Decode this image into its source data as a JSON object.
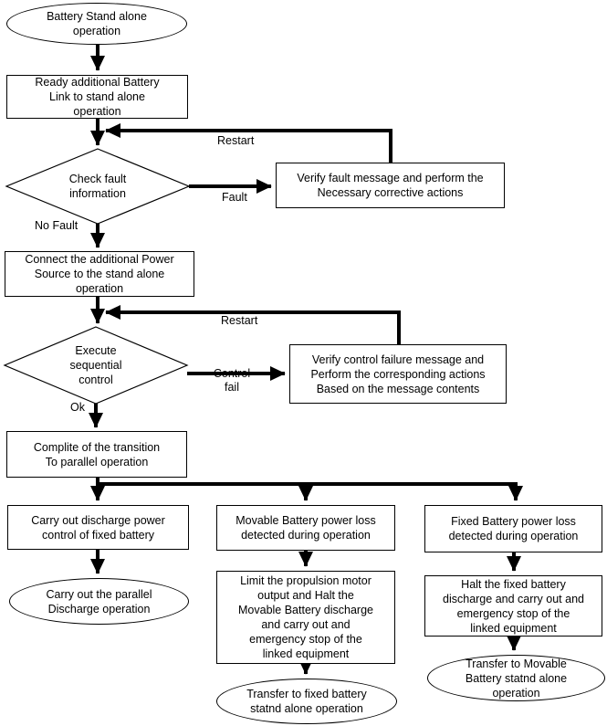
{
  "nodes": {
    "start": {
      "type": "terminator",
      "text": "Battery Stand alone\noperation"
    },
    "ready": {
      "type": "process",
      "text": "Ready additional Battery\nLink to stand alone\noperation"
    },
    "check_fault": {
      "type": "decision",
      "text": "Check fault\ninformation"
    },
    "verify_fault": {
      "type": "process",
      "text": "Verify fault message and perform the\nNecessary corrective actions"
    },
    "connect": {
      "type": "process",
      "text": "Connect the additional Power\nSource to the stand alone\noperation"
    },
    "execute": {
      "type": "decision",
      "text": "Execute\nsequential\ncontrol"
    },
    "verify_control": {
      "type": "process",
      "text": "Verify control failure message and\nPerform the corresponding actions\nBased on the message contents"
    },
    "complete": {
      "type": "process",
      "text": "Complite of the transition\nTo parallel operation"
    },
    "carry_discharge": {
      "type": "process",
      "text": "Carry out discharge power\ncontrol of fixed battery"
    },
    "parallel_discharge": {
      "type": "terminator",
      "text": "Carry out the parallel\nDischarge operation"
    },
    "movable_loss": {
      "type": "process",
      "text": "Movable Battery power loss\ndetected during operation"
    },
    "limit_motor": {
      "type": "process",
      "text": "Limit the propulsion motor\noutput and Halt the\nMovable Battery discharge\nand carry out and\nemergency stop of the\nlinked equipment"
    },
    "transfer_fixed": {
      "type": "terminator",
      "text": "Transfer to fixed battery\nstatnd alone operation"
    },
    "fixed_loss": {
      "type": "process",
      "text": "Fixed Battery power loss\ndetected during operation"
    },
    "halt_fixed": {
      "type": "process",
      "text": "Halt the fixed battery\ndischarge and carry out and\nemergency stop of the\nlinked equipment"
    },
    "transfer_movable": {
      "type": "terminator",
      "text": "Transfer to Movable\nBattery statnd alone\noperation"
    }
  },
  "edge_labels": {
    "restart_top": "Restart",
    "fault": "Fault",
    "no_fault": "No Fault",
    "restart_mid": "Restart",
    "control_fail": "Control\nfail",
    "ok": "Ok"
  },
  "colors": {
    "line": "#000000",
    "node_fill": "#ffffff",
    "background": "#ffffff",
    "text": "#000000"
  }
}
